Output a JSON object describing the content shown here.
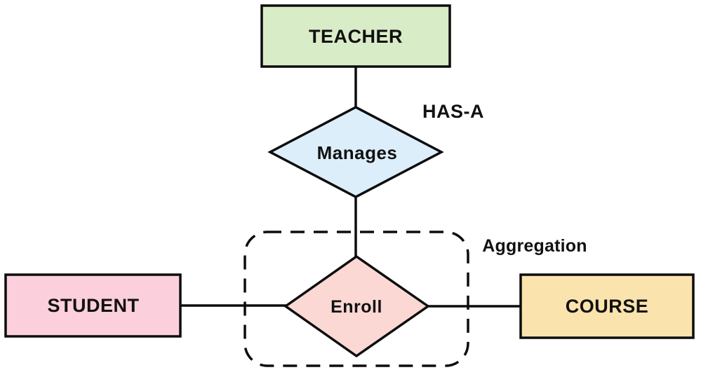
{
  "diagram": {
    "type": "er-diagram",
    "background": "#ffffff",
    "stroke_color": "#0d0d0d",
    "entities": {
      "teacher": {
        "label": "TEACHER",
        "fill": "#d9ecc8"
      },
      "student": {
        "label": "STUDENT",
        "fill": "#fbcfdc"
      },
      "course": {
        "label": "COURSE",
        "fill": "#fae3ad"
      }
    },
    "relationships": {
      "manages": {
        "label": "Manages",
        "fill": "#ddeefb"
      },
      "enroll": {
        "label": "Enroll",
        "fill": "#fbd8d4"
      }
    },
    "annotations": {
      "has_a": "HAS-A",
      "aggregation": "Aggregation"
    },
    "connections": [
      "TEACHER - Manages",
      "Manages - Enroll",
      "STUDENT - Enroll",
      "Enroll - COURSE"
    ]
  }
}
